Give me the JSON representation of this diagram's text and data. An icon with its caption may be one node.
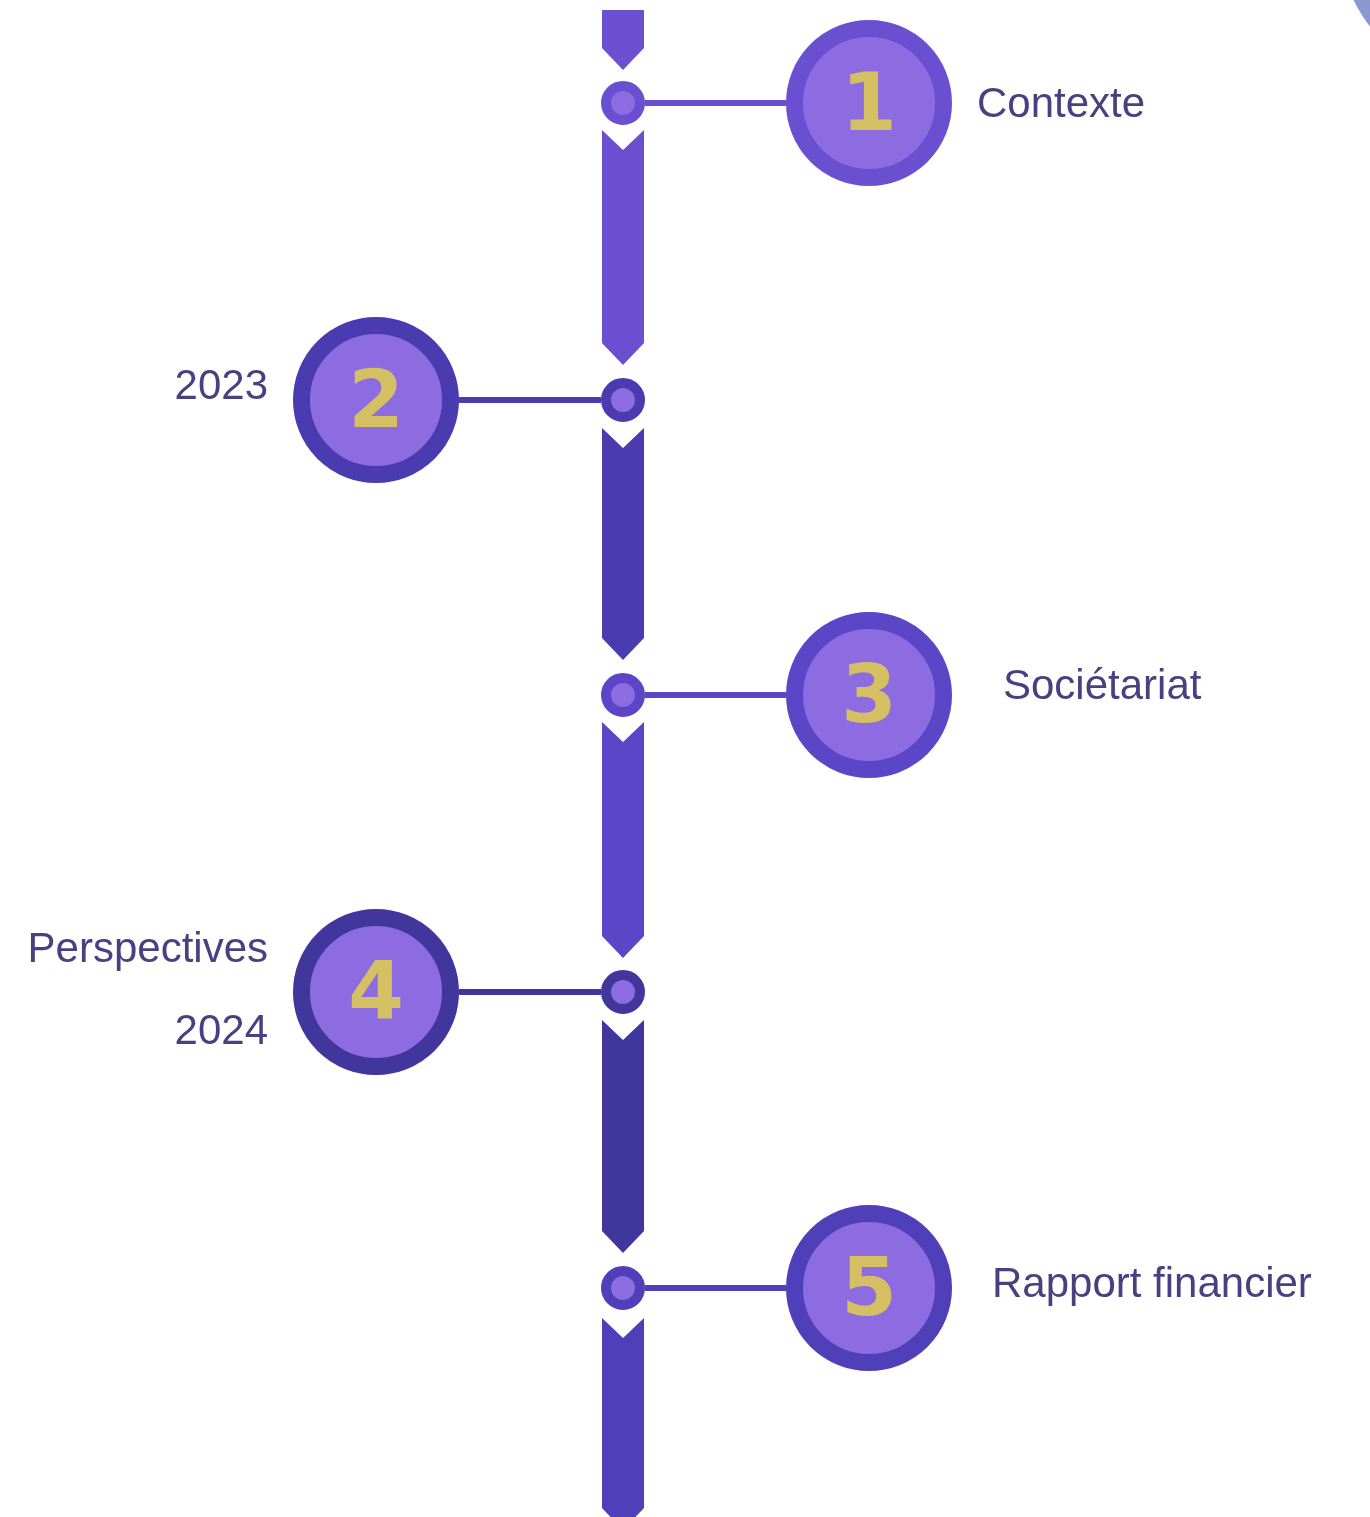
{
  "diagram": {
    "nodes": [
      {
        "text": [
          "1"
        ],
        "beside": [
          "Contexte"
        ]
      },
      {
        "text": [],
        "shape": "circle"
      },
      {
        "text": [
          "2"
        ],
        "beside": [
          "2023"
        ]
      },
      {
        "text": [],
        "shape": "circle"
      },
      {
        "text": [
          "3"
        ],
        "beside": [
          "Sociétariat"
        ]
      },
      {
        "text": [],
        "shape": "circle"
      },
      {
        "text": [
          "4"
        ],
        "beside": [
          "Perspectives",
          "2024"
        ]
      },
      {
        "text": [],
        "shape": "circle"
      },
      {
        "text": [
          "5"
        ],
        "beside": [
          "Rapport financier"
        ]
      },
      {
        "text": [],
        "shape": "circle"
      }
    ],
    "edges": [
      {
        "from": 1,
        "to": 0,
        "arrow": "none"
      },
      {
        "from": 3,
        "to": 2,
        "arrow": "none"
      },
      {
        "from": 5,
        "to": 4,
        "arrow": "none"
      },
      {
        "from": 7,
        "to": 6,
        "arrow": "none"
      },
      {
        "from": 9,
        "to": 8,
        "arrow": "none"
      }
    ]
  }
}
